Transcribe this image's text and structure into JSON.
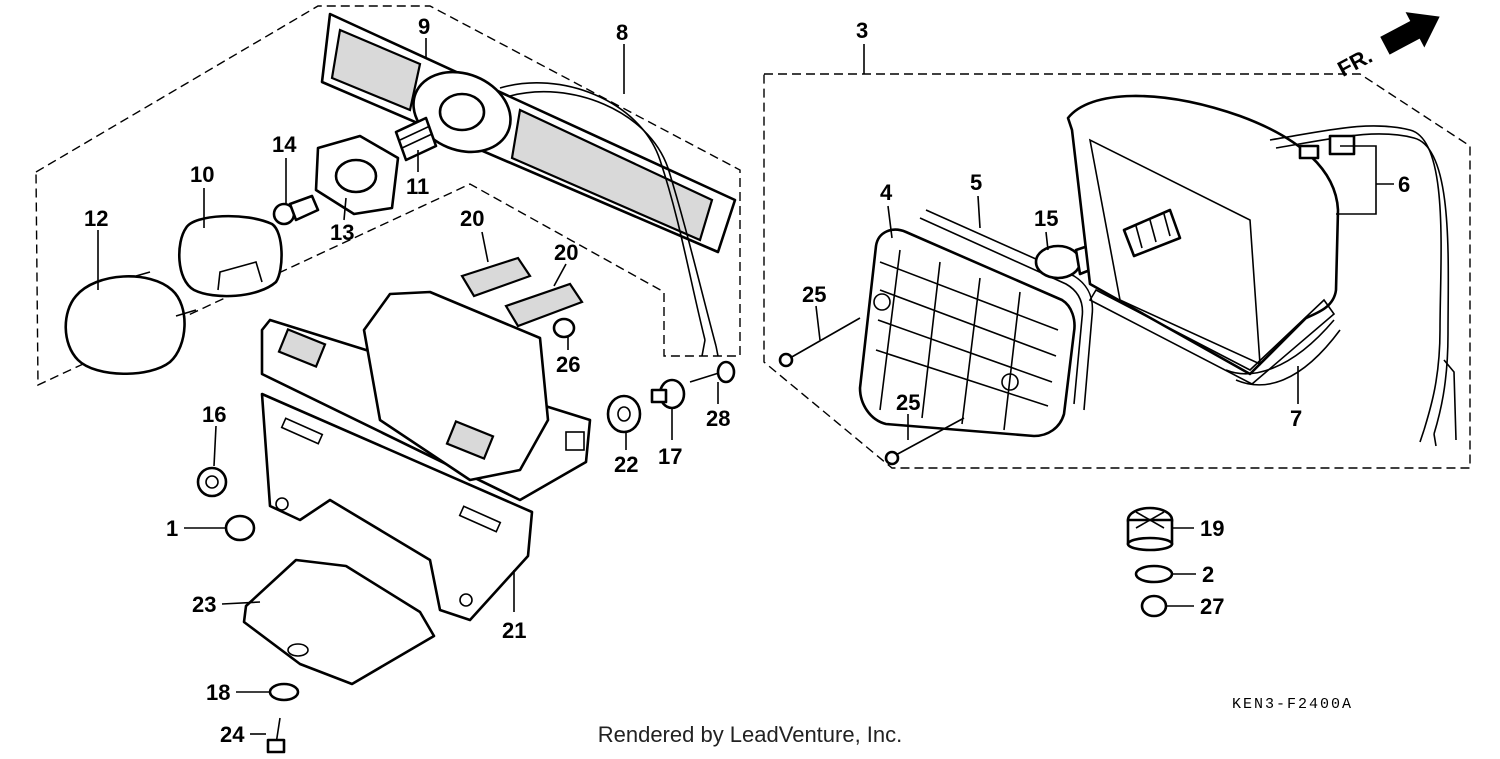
{
  "diagram": {
    "direction_marker": "FR.",
    "drawing_code": "KEN3-F2400A",
    "credit": "Rendered by LeadVenture, Inc.",
    "callouts": [
      "1",
      "2",
      "3",
      "4",
      "5",
      "6",
      "7",
      "8",
      "9",
      "10",
      "11",
      "12",
      "13",
      "14",
      "15",
      "16",
      "17",
      "18",
      "19",
      "20",
      "20",
      "21",
      "22",
      "23",
      "24",
      "25",
      "25",
      "26",
      "27",
      "28"
    ]
  }
}
